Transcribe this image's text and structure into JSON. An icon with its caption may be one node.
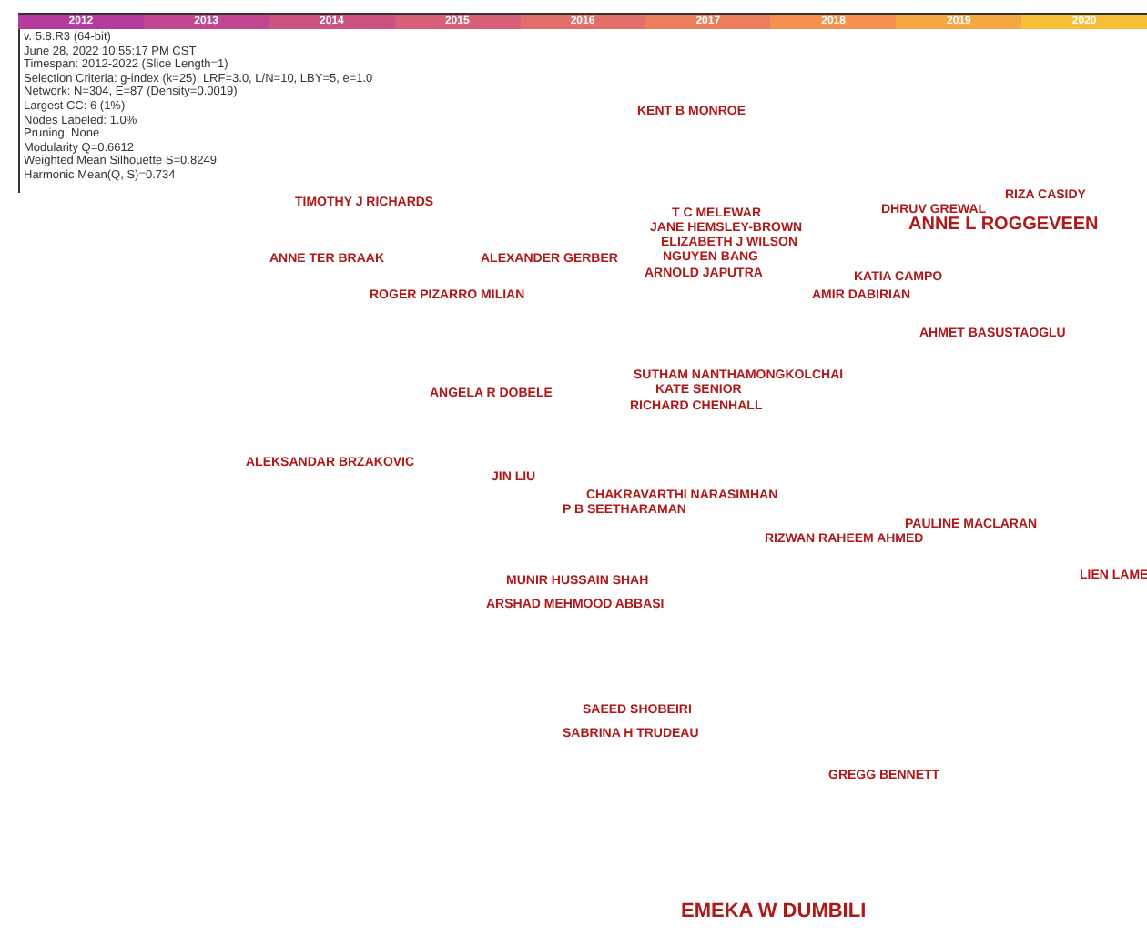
{
  "diagram": {
    "labels": [
      "2012",
      "2013",
      "2014",
      "2015",
      "2016",
      "2017",
      "2018",
      "2019",
      "2020",
      "v. 5.8.R3 (64-bit)",
      "June 28, 2022 10:55:17 PM CST",
      "Timespan: 2012-2022 (Slice Length=1)",
      "Selection Criteria: g-index (k=25), LRF=3.0, L/N=10, LBY=5, e=1.0",
      "Network: N=304, E=87 (Density=0.0019)",
      "Largest CC: 6 (1%)",
      "Nodes Labeled: 1.0%",
      "Pruning: None",
      "Modularity Q=0.6612",
      "Weighted Mean Silhouette S=0.8249",
      "Harmonic Mean(Q, S)=0.734",
      "KENT B MONROE",
      "TIMOTHY J RICHARDS",
      "RIZA CASIDY",
      "DHRUV GREWAL",
      "ANNE L ROGGEVEEN",
      "T C MELEWAR",
      "JANE HEMSLEY-BROWN",
      "ELIZABETH J WILSON",
      "NGUYEN BANG",
      "ARNOLD JAPUTRA",
      "ANNE TER BRAAK",
      "ALEXANDER GERBER",
      "KATIA CAMPO",
      "ROGER PIZARRO MILIAN",
      "AMIR DABIRIAN",
      "AHMET BASUSTAOGLU",
      "SUTHAM NANTHAMONGKOLCHAI",
      "ANGELA R DOBELE",
      "KATE SENIOR",
      "RICHARD CHENHALL",
      "ALEKSANDAR BRZAKOVIC",
      "JIN LIU",
      "CHAKRAVARTHI NARASIMHAN",
      "P B SEETHARAMAN",
      "PAULINE MACLARAN",
      "RIZWAN RAHEEM AHMED",
      "LIEN LAME",
      "MUNIR HUSSAIN SHAH",
      "ARSHAD MEHMOOD ABBASI",
      "SAEED SHOBEIRI",
      "SABRINA H TRUDEAU",
      "GREGG BENNETT",
      "EMEKA W DUMBILI"
    ]
  }
}
